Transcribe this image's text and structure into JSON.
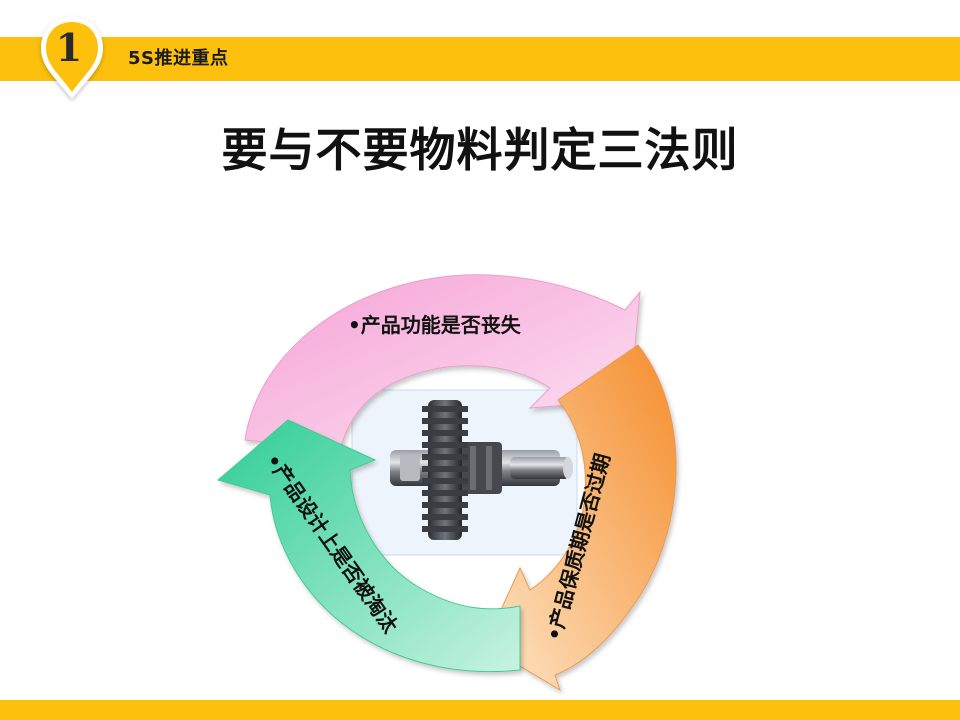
{
  "header": {
    "badge_number": "1",
    "section_title": "5S推进重点"
  },
  "main": {
    "title": "要与不要物料判定三法则"
  },
  "cycle": {
    "items": [
      {
        "label": "•产品功能是否丧失",
        "color": "#f7a9d8"
      },
      {
        "label": "•产品保质期是否过期",
        "color": "#f9a450"
      },
      {
        "label": "•产品设计上是否被淘汰",
        "color": "#3ed2a0"
      }
    ],
    "center_image": "gear-shaft"
  },
  "colors": {
    "accent": "#fcc00d"
  }
}
